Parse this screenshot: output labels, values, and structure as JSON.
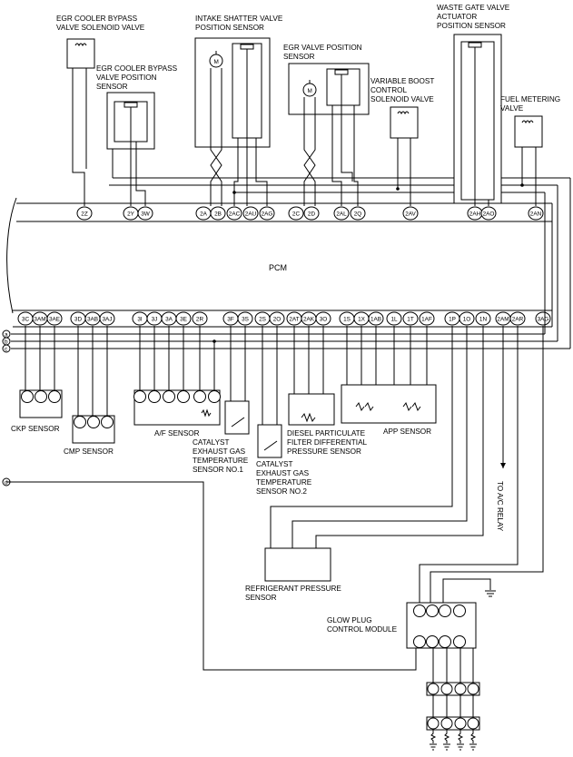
{
  "pcm_label": "PCM",
  "bus_labels": [
    "a",
    "b",
    "c",
    "d"
  ],
  "top_pins": [
    "2Z",
    "2Y",
    "3W",
    "2A",
    "2B",
    "2AC",
    "2AU",
    "2AG",
    "2C",
    "2D",
    "2AL",
    "2Q",
    "2AV",
    "2AH",
    "2AO",
    "2AN"
  ],
  "bottom_pins": [
    "3C",
    "3AM",
    "3AE",
    "3D",
    "3AB",
    "3AJ",
    "3I",
    "3J",
    "3A",
    "3E",
    "2R",
    "3F",
    "3S",
    "2S",
    "2O",
    "2AT",
    "2AK",
    "3O",
    "1S",
    "1X",
    "1AB",
    "1L",
    "1T",
    "1AF",
    "1P",
    "1O",
    "1N",
    "2AM",
    "2AR",
    "3AG"
  ],
  "components": {
    "egr_bypass_solenoid": [
      "EGR COOLER BYPASS",
      "VALVE SOLENOID VALVE"
    ],
    "egr_bypass_position": [
      "EGR COOLER BYPASS",
      "VALVE POSITION",
      "SENSOR"
    ],
    "intake_shutter": [
      "INTAKE SHATTER VALVE",
      "POSITION SENSOR"
    ],
    "egr_valve_position": [
      "EGR VALVE POSITION",
      "SENSOR"
    ],
    "variable_boost": [
      "VARIABLE BOOST",
      "CONTROL",
      "SOLENOID VALVE"
    ],
    "waste_gate": [
      "WASTE GATE VALVE",
      "ACTUATOR",
      "POSITION SENSOR"
    ],
    "fuel_metering": [
      "FUEL METERING",
      "VALVE"
    ],
    "ckp": [
      "CKP SENSOR"
    ],
    "cmp": [
      "CMP SENSOR"
    ],
    "af": [
      "A/F SENSOR"
    ],
    "cat_temp_1": [
      "CATALYST",
      "EXHAUST GAS",
      "TEMPERATURE",
      "SENSOR NO.1"
    ],
    "cat_temp_2": [
      "CATALYST",
      "EXHAUST GAS",
      "TEMPERATURE",
      "SENSOR NO.2"
    ],
    "dpf": [
      "DIESEL PARTICULATE",
      "FILTER DIFFERENTIAL",
      "PRESSURE SENSOR"
    ],
    "app": [
      "APP SENSOR"
    ],
    "ac_relay": [
      "TO A/C RELAY"
    ],
    "refrigerant": [
      "REFRIGERANT PRESSURE",
      "SENSOR"
    ],
    "glow_plug": [
      "GLOW PLUG",
      "CONTROL MODULE"
    ]
  },
  "motor_symbol": "M"
}
